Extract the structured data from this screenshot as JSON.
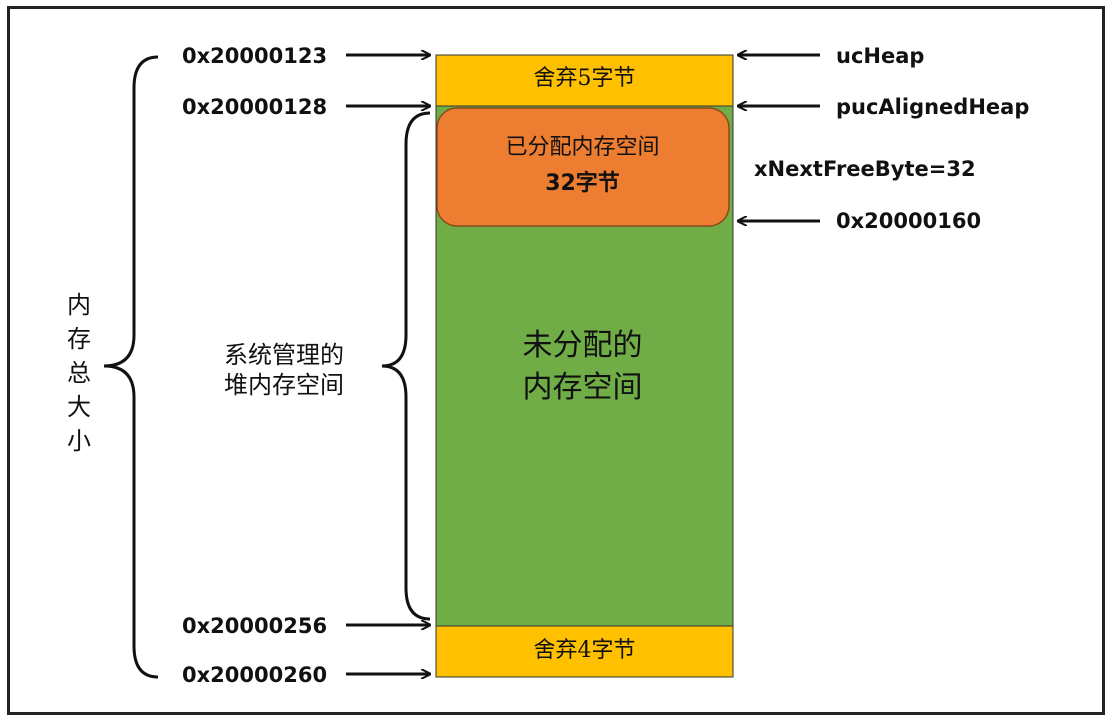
{
  "colors": {
    "discard": "#FFC000",
    "free": "#70AD47",
    "allocated": "#ED7D31",
    "line": "#111111"
  },
  "addresses": {
    "top_start": "0x20000123",
    "aligned_start": "0x20000128",
    "heap_end": "0x20000256",
    "total_end": "0x20000260",
    "next_free": "0x20000160"
  },
  "pointers": {
    "uc_heap": "ucHeap",
    "puc_aligned_heap": "pucAlignedHeap",
    "x_next_free_byte": "xNextFreeByte=32"
  },
  "segments": {
    "top_discard": "舍弃5字节",
    "allocated_line1": "已分配内存空间",
    "allocated_line2": "32字节",
    "free_line1": "未分配的",
    "free_line2": "内存空间",
    "bottom_discard": "舍弃4字节"
  },
  "labels": {
    "total_size": "内存总大小",
    "managed_heap_line1": "系统管理的",
    "managed_heap_line2": "堆内存空间"
  }
}
